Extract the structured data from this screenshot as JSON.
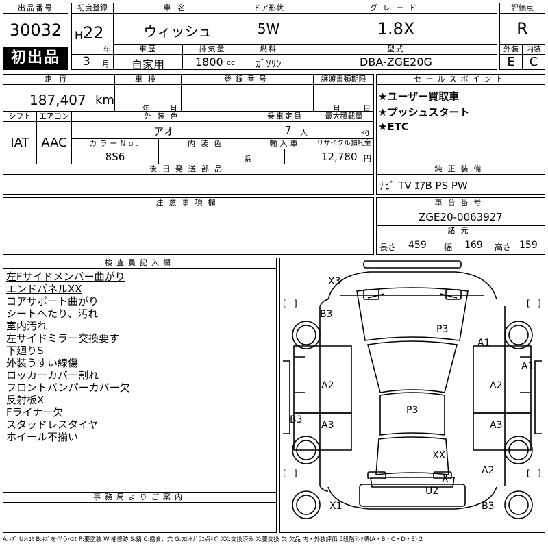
{
  "header": {
    "lot_label": "出品番号",
    "lot_number": "30032",
    "first_listing_badge": "初出品",
    "first_reg_label": "初度登録",
    "era_letter": "H",
    "year_value": "22",
    "year_unit": "年",
    "month_value": "3",
    "month_unit": "月",
    "car_name_label": "車名",
    "car_name": "ウィッシュ",
    "door_label": "ドア形状",
    "door_value": "5W",
    "grade_label": "グレード",
    "grade_value": "1.8X",
    "score_label": "評価点",
    "score_value": "R",
    "history_label": "車歴",
    "history_value": "自家用",
    "displacement_label": "排気量",
    "displacement_value": "1800",
    "displacement_unit": "cc",
    "fuel_label": "燃料",
    "fuel_value": "ｶﾞｿﾘﾝ",
    "model_label": "型式",
    "model_value": "DBA-ZGE20G",
    "exterior_label": "外装",
    "exterior_grade": "E",
    "interior_label": "内装",
    "interior_grade": "C"
  },
  "row2": {
    "mileage_label": "走行",
    "mileage_value": "187,407",
    "mileage_unit": "km",
    "inspection_label": "車検",
    "inspection_year_unit": "年",
    "inspection_month_unit": "月",
    "reg_no_label": "登録番号",
    "transfer_label": "譲渡書類期限",
    "transfer_month_unit": "月",
    "transfer_day_unit": "日",
    "sales_label": "セールスポイント",
    "sales_points": [
      "★ユーザー買取車",
      "★プッシュスタート",
      "★ETC"
    ],
    "shift_label": "シフト",
    "shift_value": "IAT",
    "ac_label": "エアコン",
    "ac_value": "AAC",
    "ext_color_label": "外装色",
    "ext_color_value": "アオ",
    "capacity_label": "乗車定員",
    "capacity_value": "7",
    "capacity_unit": "人",
    "load_label": "最大積載量",
    "load_unit": "kg",
    "color_no_label": "カラーNo.",
    "color_no_value": "8S6",
    "int_color_label": "内装色",
    "int_color_unit": "系",
    "import_label": "輸入車",
    "recycle_label": "リサイクル預託金",
    "recycle_value": "12,780",
    "recycle_unit": "円",
    "later_parts_label": "後日発送部品",
    "equipment_label": "純正装備",
    "equipment_value": "ﾅﾋﾞ TV ｴｱB PS PW"
  },
  "notes": {
    "caution_label": "注意事項欄",
    "chassis_label": "車台番号",
    "chassis_value": "ZGE20-0063927",
    "dims_label": "諸元",
    "length_label": "長さ",
    "length_value": "459",
    "width_label": "幅",
    "width_value": "169",
    "height_label": "高さ",
    "height_value": "159"
  },
  "inspector": {
    "title": "検査員記入欄",
    "lines": [
      {
        "text": "左Fサイドメンバー曲がり",
        "underline": true
      },
      {
        "text": "エンドパネルXX",
        "underline": true
      },
      {
        "text": "コアサポート曲がり",
        "underline": true
      },
      {
        "text": "シートへたり、汚れ",
        "underline": false
      },
      {
        "text": "室内汚れ",
        "underline": false
      },
      {
        "text": "左サイドミラー交換要す",
        "underline": false
      },
      {
        "text": "下廻りS",
        "underline": false
      },
      {
        "text": "外装うすい線傷",
        "underline": false
      },
      {
        "text": "ロッカーカバー割れ",
        "underline": false
      },
      {
        "text": "フロントバンパーカバー欠",
        "underline": false
      },
      {
        "text": "反射板X",
        "underline": false
      },
      {
        "text": "Fライナー欠",
        "underline": false
      },
      {
        "text": "スタッドレスタイヤ",
        "underline": false
      },
      {
        "text": "ホイール不揃い",
        "underline": false
      }
    ],
    "office_label": "事務局よりご案内"
  },
  "diagram": {
    "marks": {
      "x3": "X3",
      "b3_fl": "B3",
      "p3_hood": "P3",
      "a1_fr": "A1",
      "a1_right": "A1",
      "a2_l": "A2",
      "a2_r": "A2",
      "b3_left": "B3",
      "p3_roof": "P3",
      "a3_l": "A3",
      "a3_r": "A3",
      "xx": "XX",
      "a2_rr": "A2",
      "x_rear": "X",
      "u2": "U2",
      "x1": "X1",
      "b3_rear": "B3"
    }
  },
  "legend": "A:ｷｽﾞ U:ﾍｺﾐ B:ｷｽﾞを伴うﾍｺﾐ P:要塗装 W:補修跡 S:錆 C:腐食、穴 G:ﾌﾛﾝﾄｶﾞﾗｽ点ｷｽﾞ XX:交換済み X:要交換 欠:欠品 内・外装評価 5段階ﾗﾝｸ順(A・B・C・D・E) 2"
}
